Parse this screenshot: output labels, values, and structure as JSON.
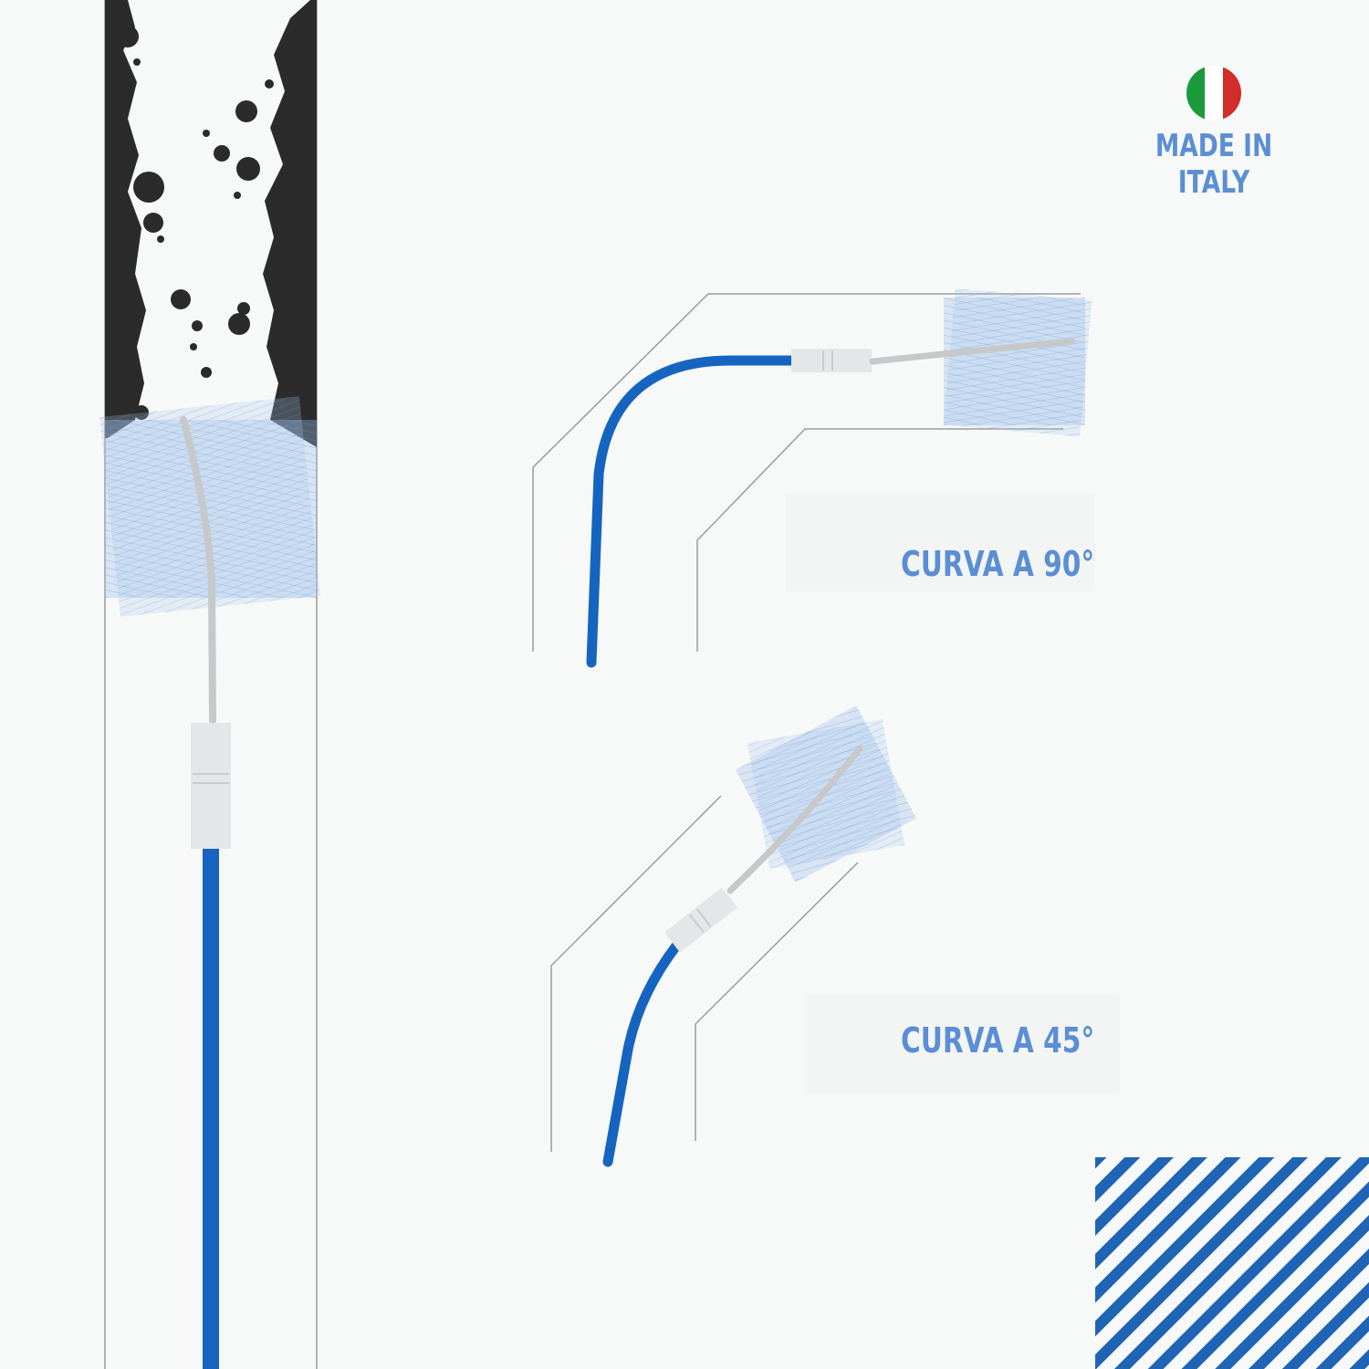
{
  "badge": {
    "text": "MADE IN ITALY",
    "flag_colors": [
      "#1a9a3a",
      "#ffffff",
      "#d42b2b"
    ],
    "flag_icon": "italy-flag-icon"
  },
  "labels": {
    "curve_90": "CURVA A 90°",
    "curve_45": "CURVA A 45°"
  },
  "colors": {
    "accent_blue": "#5b8fd4",
    "cable_blue": "#1565c0",
    "cable_grey": "#c6c8ca",
    "connector": "#e4e6e8",
    "brush_blue": "#7ea7dc",
    "pipe_dark": "#2b2b2b",
    "stripe_blue": "#1f64b5"
  }
}
